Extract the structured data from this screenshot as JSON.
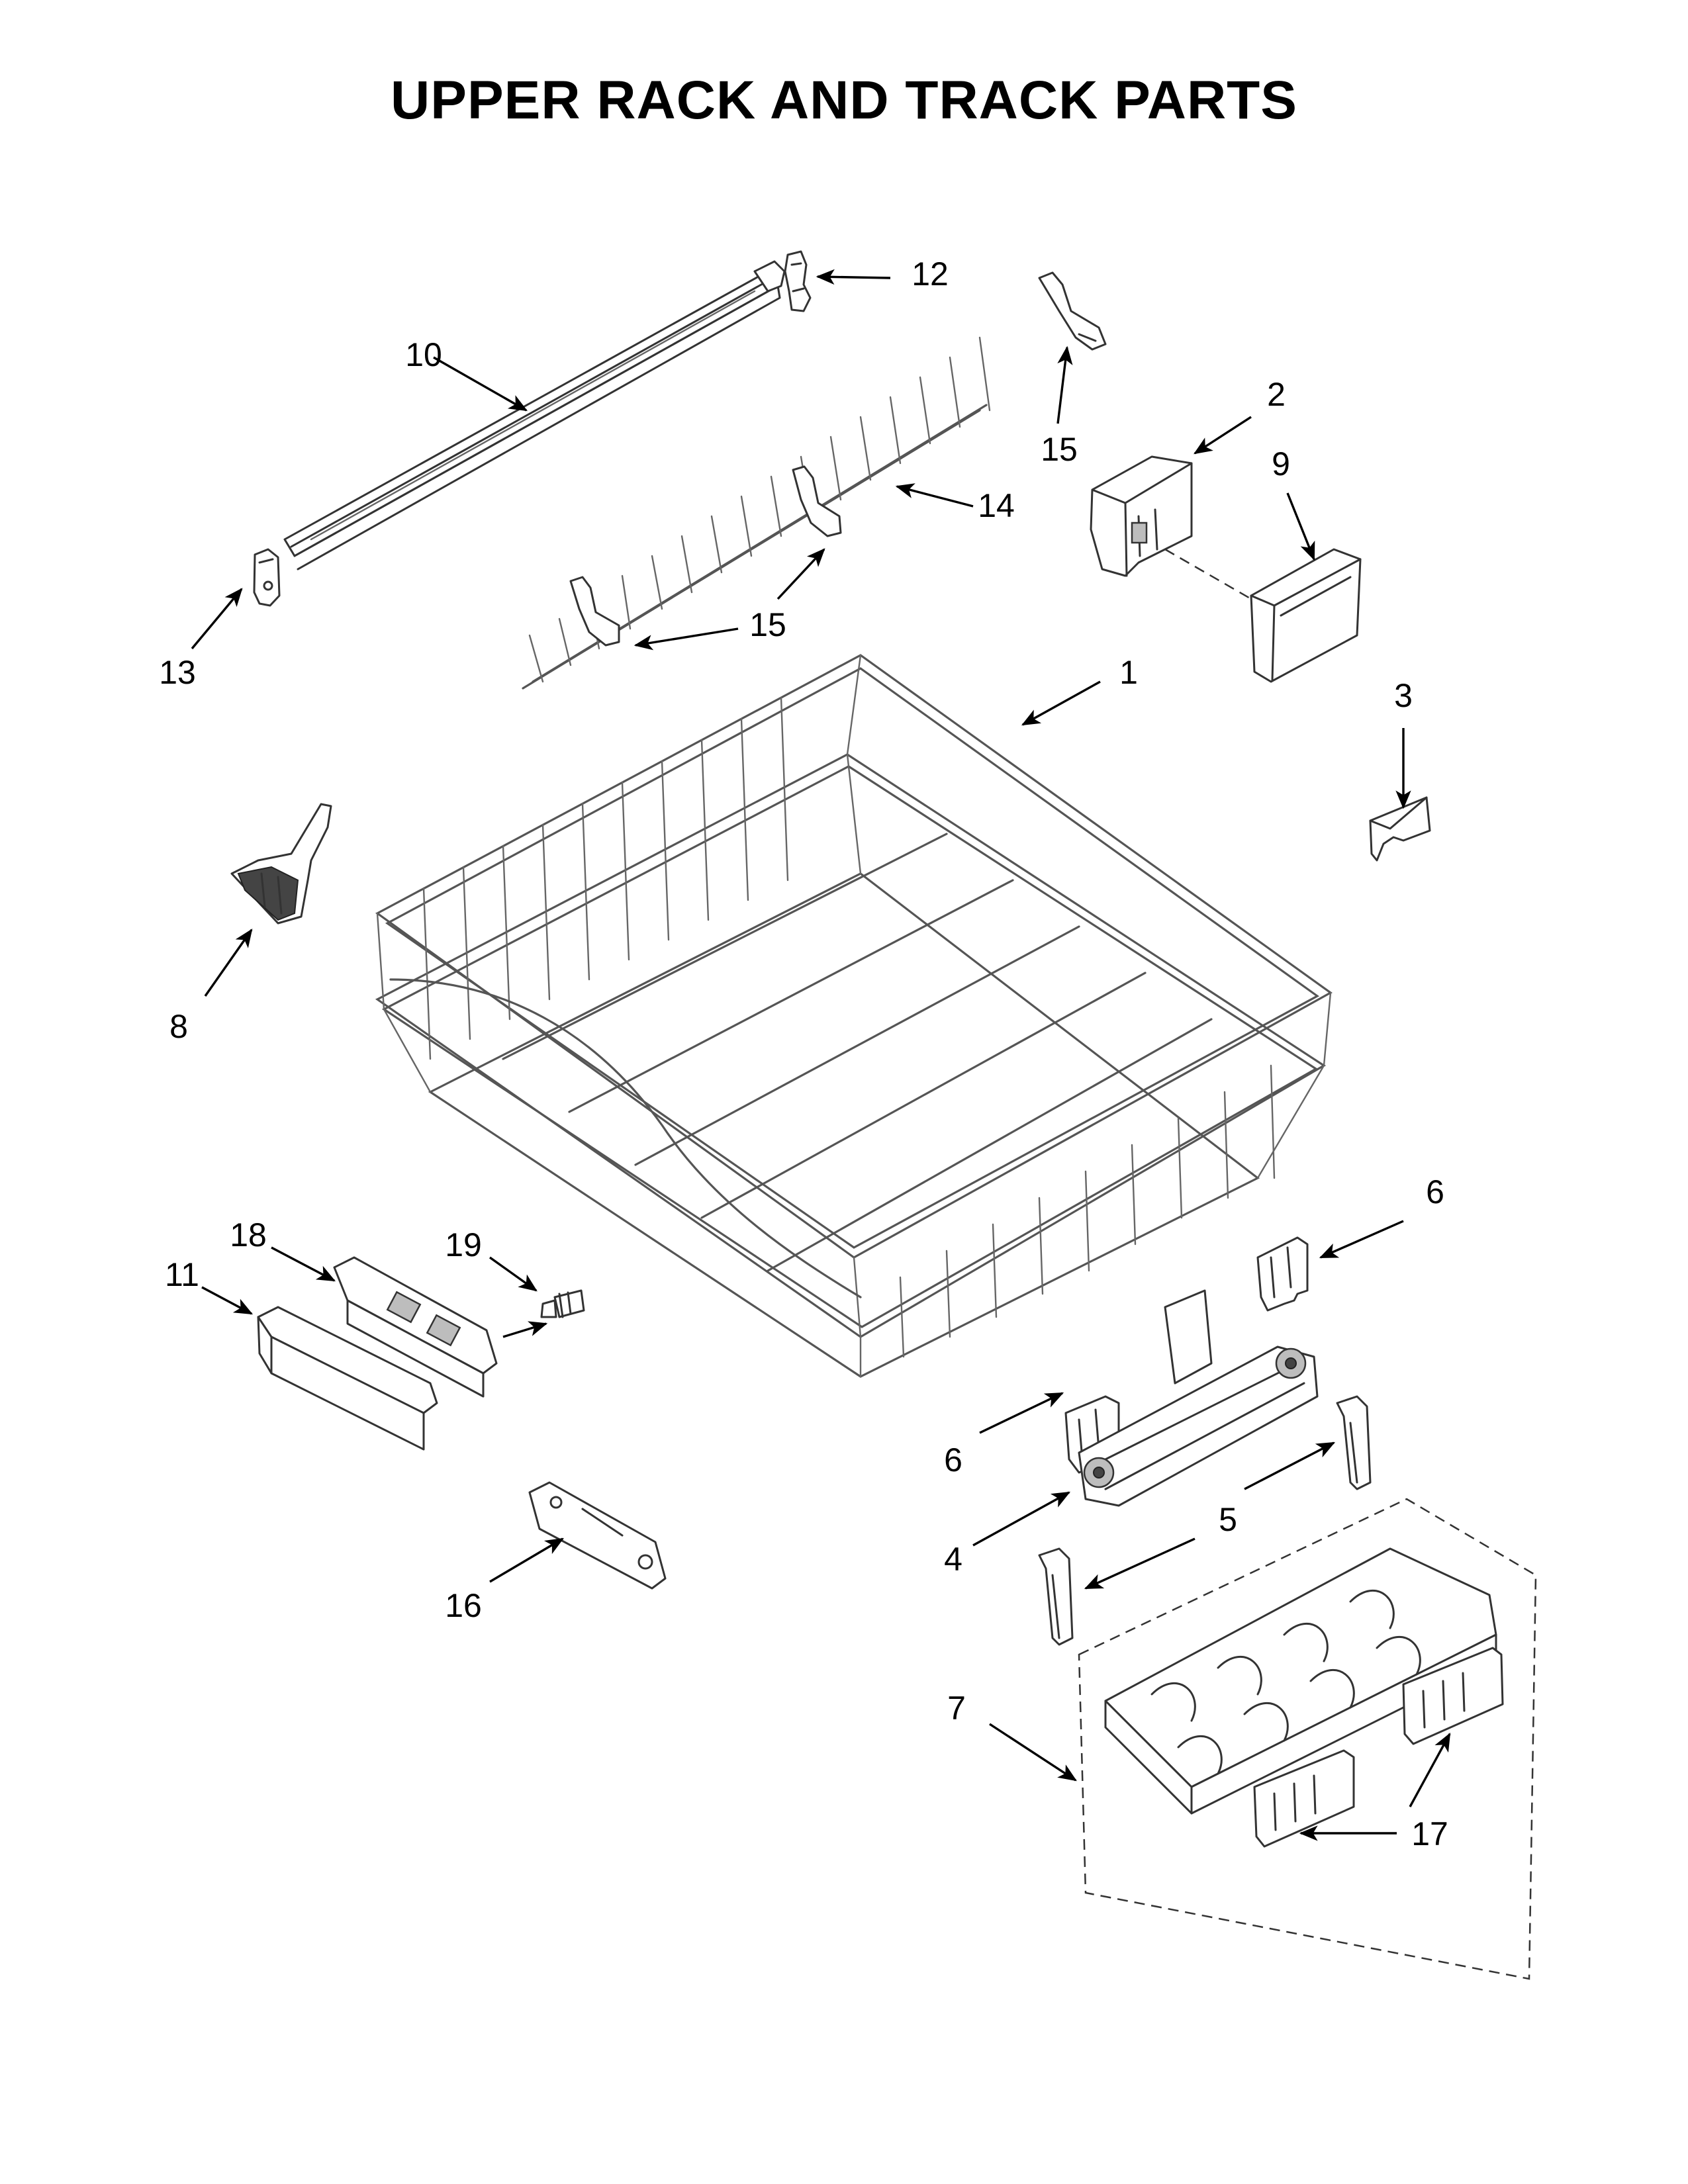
{
  "title": "UPPER RACK AND TRACK PARTS",
  "callouts": [
    {
      "id": "c1",
      "text": "1"
    },
    {
      "id": "c2",
      "text": "2"
    },
    {
      "id": "c3",
      "text": "3"
    },
    {
      "id": "c4",
      "text": "4"
    },
    {
      "id": "c5",
      "text": "5"
    },
    {
      "id": "c6a",
      "text": "6"
    },
    {
      "id": "c6b",
      "text": "6"
    },
    {
      "id": "c7",
      "text": "7"
    },
    {
      "id": "c8",
      "text": "8"
    },
    {
      "id": "c9",
      "text": "9"
    },
    {
      "id": "c10",
      "text": "10"
    },
    {
      "id": "c11",
      "text": "11"
    },
    {
      "id": "c12",
      "text": "12"
    },
    {
      "id": "c13",
      "text": "13"
    },
    {
      "id": "c14",
      "text": "14"
    },
    {
      "id": "c15a",
      "text": "15"
    },
    {
      "id": "c15b",
      "text": "15"
    },
    {
      "id": "c16",
      "text": "16"
    },
    {
      "id": "c17",
      "text": "17"
    },
    {
      "id": "c18",
      "text": "18"
    },
    {
      "id": "c19",
      "text": "19"
    }
  ]
}
